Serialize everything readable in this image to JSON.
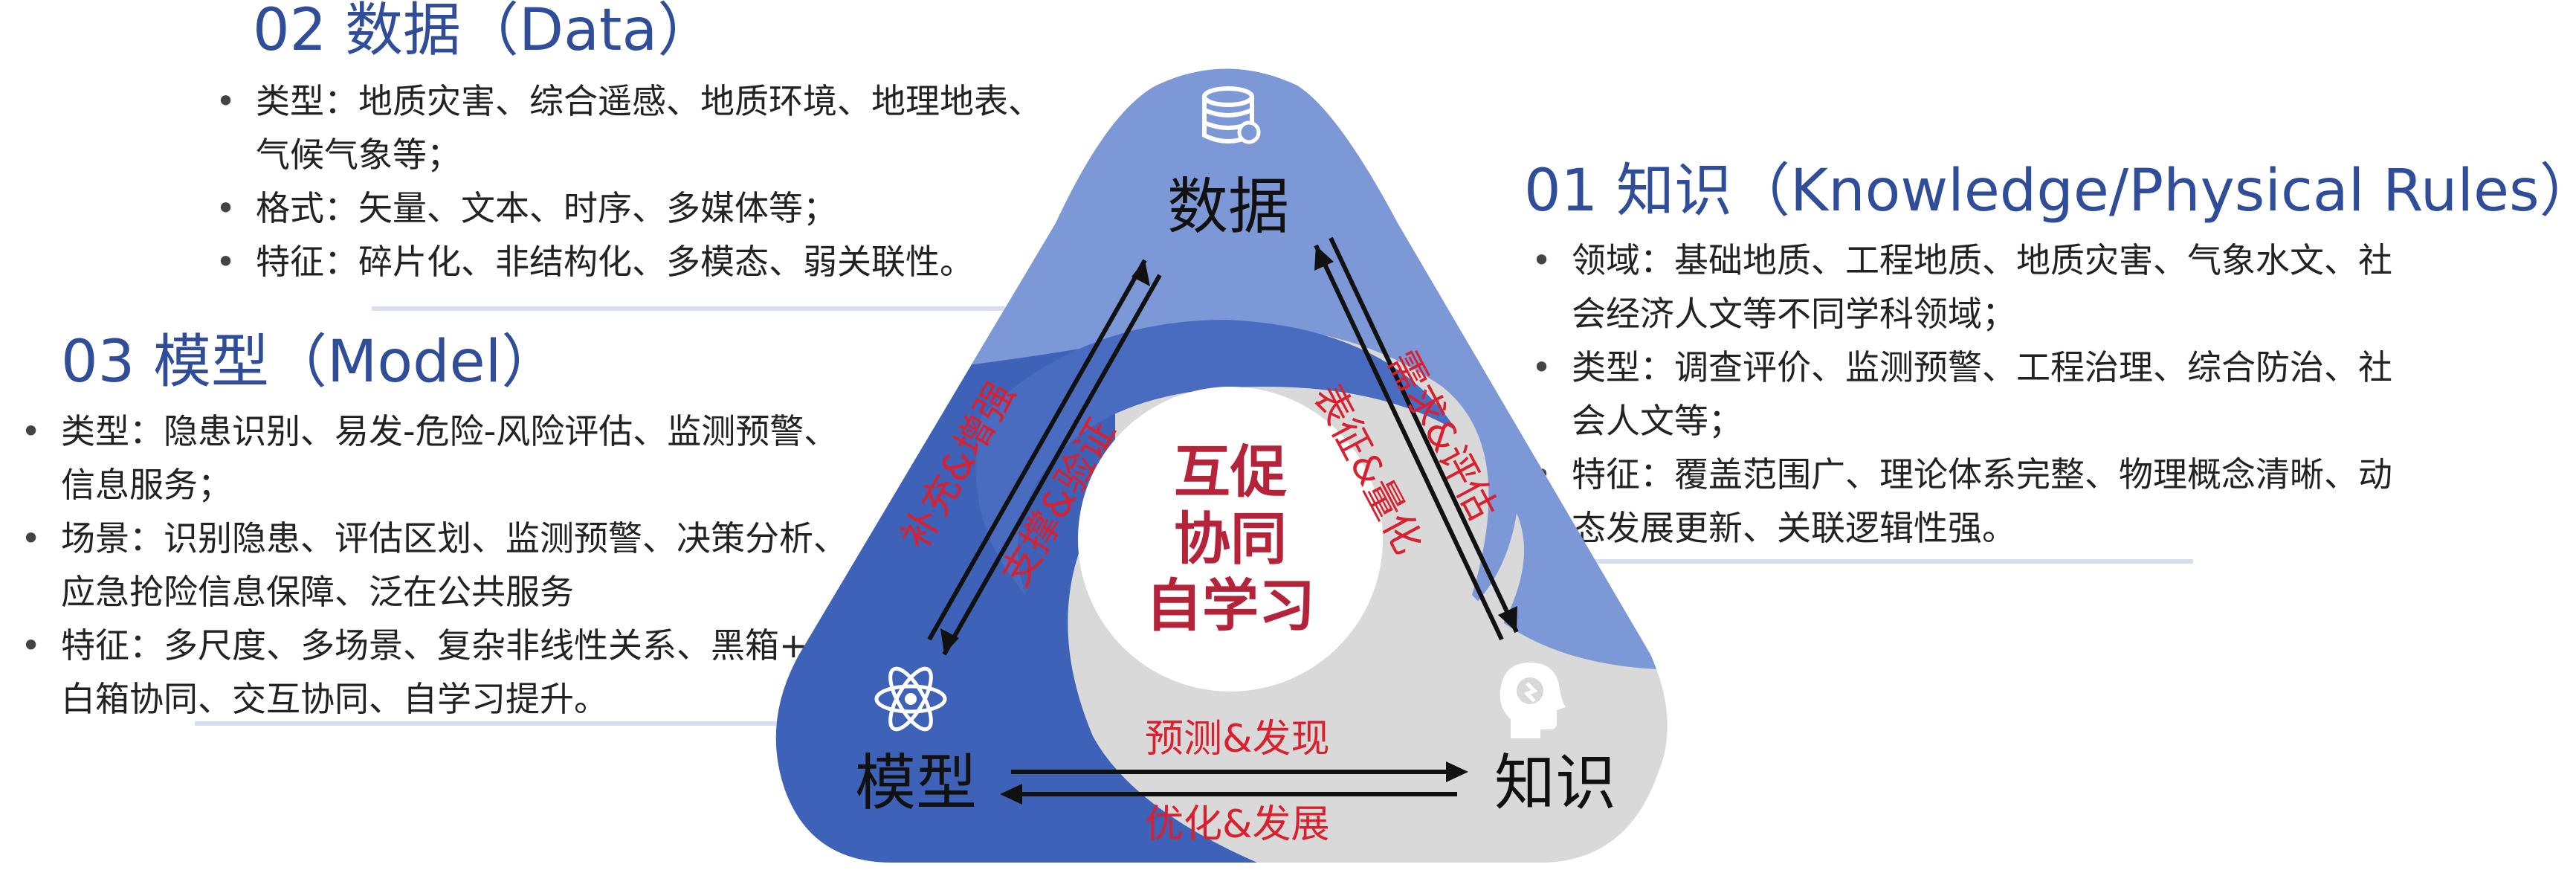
{
  "data_panel": {
    "heading": "02 数据（Data）",
    "bullet": "•",
    "items": [
      "类型：地质灾害、综合遥感、地质环境、地理地表、",
      "气候气象等；",
      "格式：矢量、文本、时序、多媒体等；",
      "特征：碎片化、非结构化、多模态、弱关联性。"
    ]
  },
  "model_panel": {
    "heading": "03 模型（Model）",
    "bullet": "•",
    "items": [
      "类型：隐患识别、易发-危险-风险评估、监测预警、",
      "信息服务；",
      "场景：识别隐患、评估区划、监测预警、决策分析、",
      "应急抢险信息保障、泛在公共服务",
      "特征：多尺度、多场景、复杂非线性关系、黑箱+",
      "白箱协同、交互协同、自学习提升。"
    ]
  },
  "knowledge_panel": {
    "heading": "01 知识（Knowledge/Physical Rules）",
    "bullet": "•",
    "items": [
      "领域：基础地质、工程地质、地质灾害、气象水文、社",
      "会经济人文等不同学科领域；",
      "类型：调查评价、监测预警、工程治理、综合防治、社",
      "会人文等；",
      "特征：覆盖范围广、理论体系完整、物理概念清晰、动",
      "态发展更新、关联逻辑性强。"
    ]
  },
  "diagram": {
    "nodes": {
      "data": "数据",
      "model": "模型",
      "knowledge": "知识"
    },
    "center": [
      "互促",
      "协同",
      "自学习"
    ],
    "edges": {
      "model_data_outer": "补充&增强",
      "model_data_inner": "支撑&验证",
      "data_knowledge_outer": "需求&评估",
      "data_knowledge_inner": "表征&量化",
      "model_knowledge_top": "预测&发现",
      "model_knowledge_bottom": "优化&发展"
    },
    "icons": {
      "data": "database-icon",
      "model": "atom-icon",
      "knowledge": "head-lightbulb-icon"
    },
    "colors": {
      "data_segment": "#7c98d6",
      "model_segment": "#3e62b8",
      "knowledge_segment": "#d9d9d9",
      "center_text": "#b5233a",
      "edge_text": "#d8202f",
      "heading": "#2f4d99"
    }
  }
}
